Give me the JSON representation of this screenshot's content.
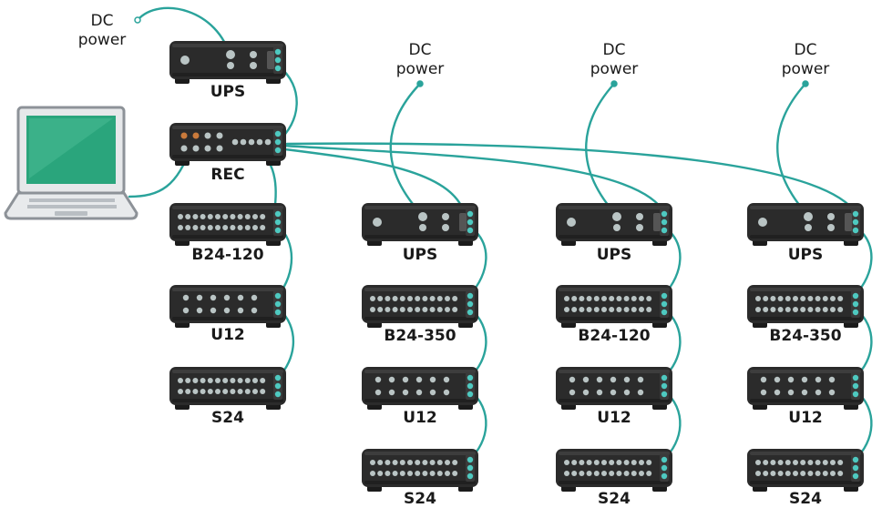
{
  "power_labels": [
    {
      "id": "p0",
      "line1": "DC",
      "line2": "power"
    },
    {
      "id": "p1",
      "line1": "DC",
      "line2": "power"
    },
    {
      "id": "p2",
      "line1": "DC",
      "line2": "power"
    },
    {
      "id": "p3",
      "line1": "DC",
      "line2": "power"
    }
  ],
  "modules": [
    {
      "id": "ups-main",
      "type": "ups",
      "label": "UPS"
    },
    {
      "id": "rec",
      "type": "rec",
      "label": "REC"
    },
    {
      "id": "c1-b24",
      "type": "bridge",
      "label": "B24-120"
    },
    {
      "id": "c1-u12",
      "type": "u12",
      "label": "U12"
    },
    {
      "id": "c1-s24",
      "type": "bridge",
      "label": "S24"
    },
    {
      "id": "c2-ups",
      "type": "ups",
      "label": "UPS"
    },
    {
      "id": "c2-b24",
      "type": "bridge",
      "label": "B24-350"
    },
    {
      "id": "c2-u12",
      "type": "u12",
      "label": "U12"
    },
    {
      "id": "c2-s24",
      "type": "bridge",
      "label": "S24"
    },
    {
      "id": "c3-ups",
      "type": "ups",
      "label": "UPS"
    },
    {
      "id": "c3-b24",
      "type": "bridge",
      "label": "B24-120"
    },
    {
      "id": "c3-u12",
      "type": "u12",
      "label": "U12"
    },
    {
      "id": "c3-s24",
      "type": "bridge",
      "label": "S24"
    },
    {
      "id": "c4-ups",
      "type": "ups",
      "label": "UPS"
    },
    {
      "id": "c4-b24",
      "type": "bridge",
      "label": "B24-350"
    },
    {
      "id": "c4-u12",
      "type": "u12",
      "label": "U12"
    },
    {
      "id": "c4-s24",
      "type": "bridge",
      "label": "S24"
    }
  ],
  "colors": {
    "cable": "#2aa39b",
    "device": "#2b2b2b",
    "device_dark": "#1b1b1b",
    "port": "#b9c4c4",
    "port_accent": "#4ec9c0",
    "laptop_screen": "#2aa57c",
    "laptop_frame": "#8d9298"
  },
  "icons": {
    "laptop": "laptop-icon",
    "connector": "power-connector-icon"
  }
}
